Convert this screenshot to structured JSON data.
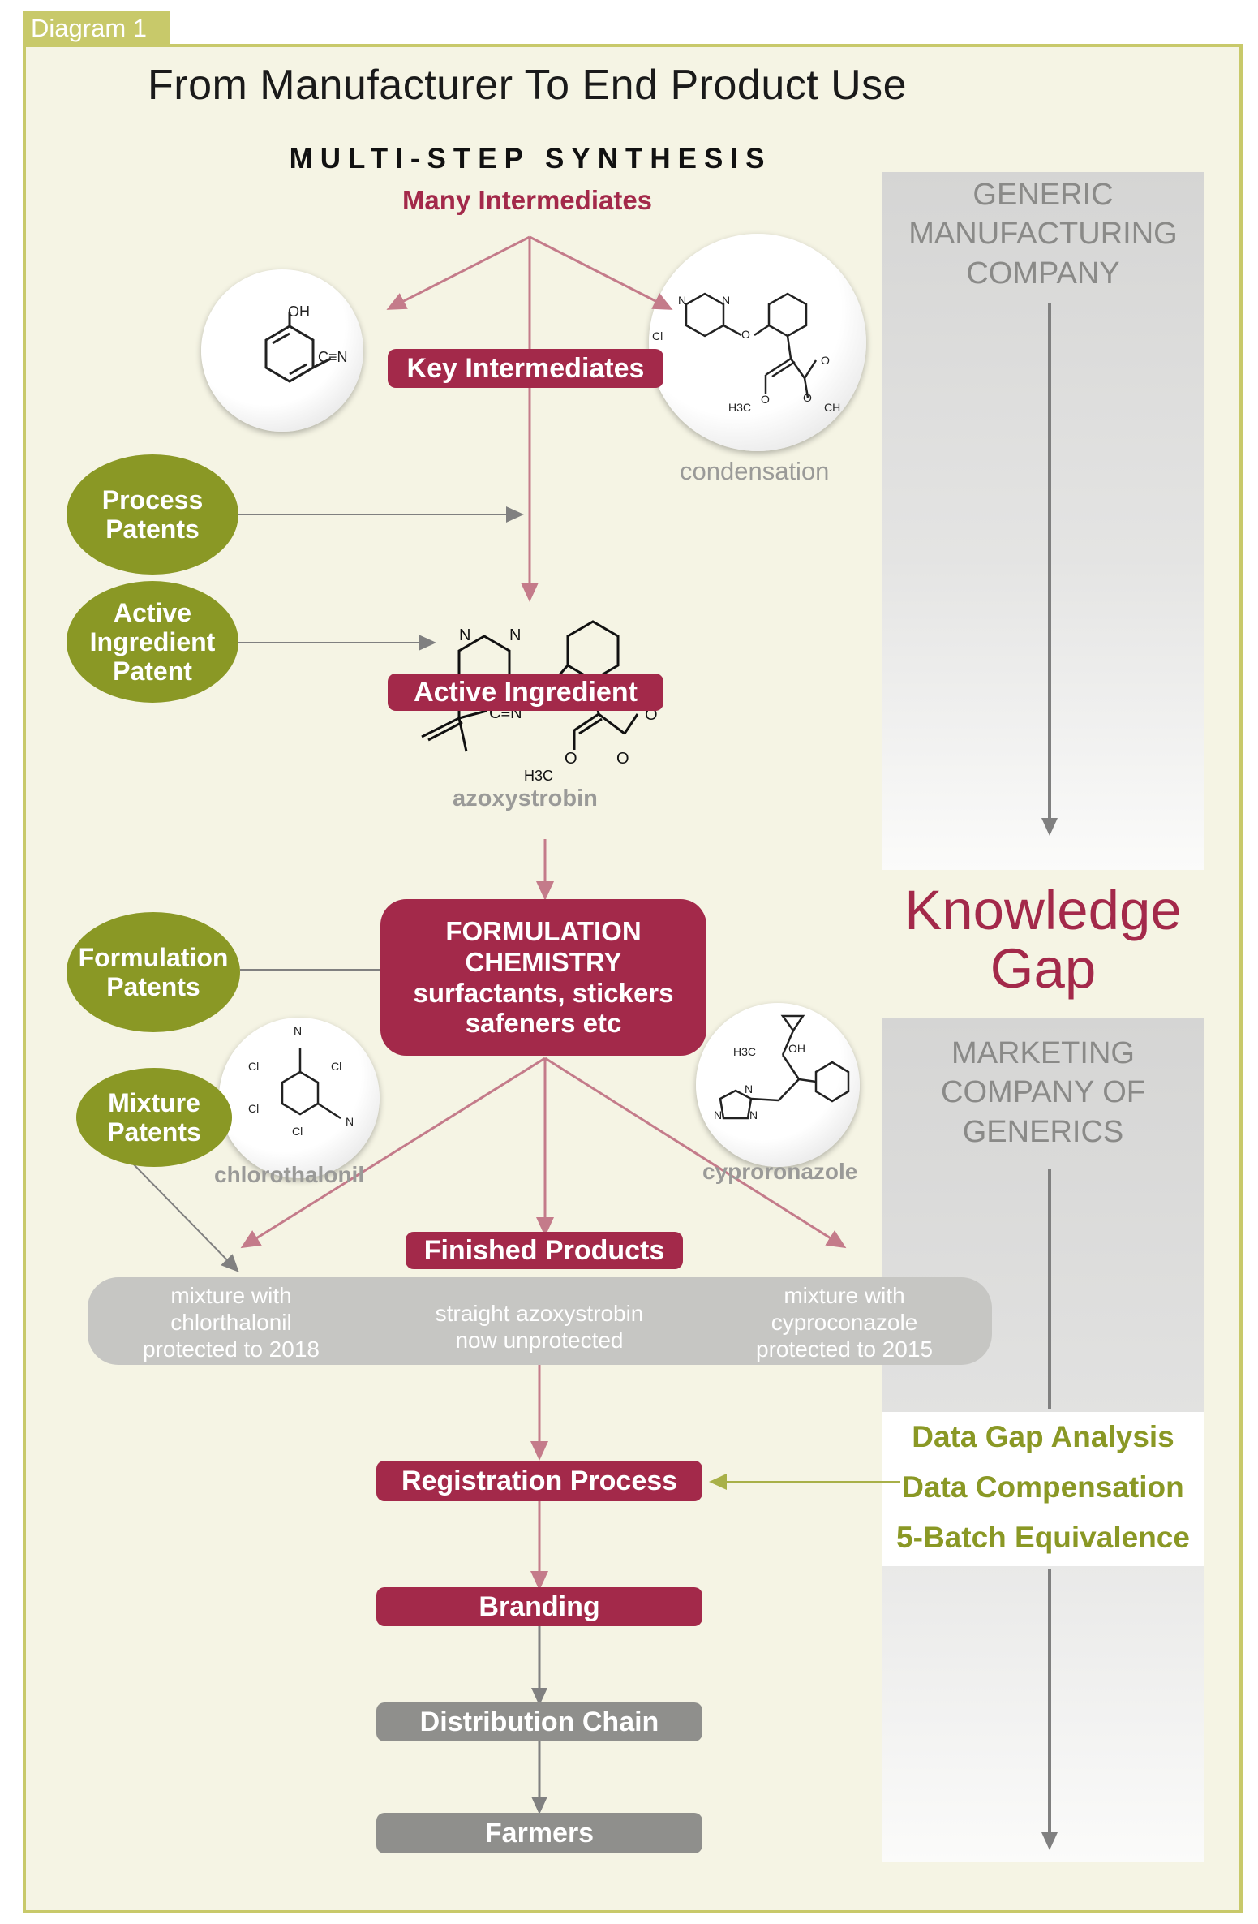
{
  "tag": "Diagram 1",
  "title": "From Manufacturer To End Product Use",
  "synthesis": {
    "heading": "MULTI-STEP SYNTHESIS",
    "subheading": "Many Intermediates"
  },
  "molecules": {
    "phenol": {
      "oh": "OH",
      "cn": "C≡N"
    },
    "intermediate2": {
      "atoms": [
        "N",
        "N",
        "Cl",
        "O",
        "O",
        "O",
        "O"
      ],
      "h3c": "H3C",
      "ch": "CH",
      "caption": "condensation"
    },
    "azoxystrobin": {
      "atoms": [
        "N",
        "N",
        "O",
        "O",
        "O",
        "O",
        "C≡N"
      ],
      "h3c": "H3C",
      "caption": "azoxystrobin"
    },
    "chlorothalonil": {
      "atoms": [
        "N",
        "Cl",
        "Cl",
        "Cl",
        "Cl",
        "N"
      ],
      "caption": "chlorothalonil"
    },
    "cyproconazole": {
      "atoms": [
        "H3C",
        "OH",
        "N",
        "N",
        "N"
      ],
      "caption": "cyproronazole"
    }
  },
  "steps": {
    "key_intermediates": "Key Intermediates",
    "active_ingredient": "Active Ingredient",
    "formulation": [
      "FORMULATION",
      "CHEMISTRY",
      "surfactants, stickers",
      "safeners etc"
    ],
    "finished_products": "Finished Products",
    "registration": "Registration Process",
    "branding": "Branding",
    "distribution": "Distribution Chain",
    "farmers": "Farmers"
  },
  "patents": {
    "process": [
      "Process",
      "Patents"
    ],
    "active": [
      "Active",
      "Ingredient",
      "Patent"
    ],
    "formulation": [
      "Formulation",
      "Patents"
    ],
    "mixture": [
      "Mixture",
      "Patents"
    ]
  },
  "products": [
    {
      "lines": [
        "mixture with",
        "chlorthalonil",
        "protected to 2018"
      ]
    },
    {
      "lines": [
        "straight azoxystrobin",
        "now unprotected"
      ]
    },
    {
      "lines": [
        "mixture with",
        "cyproconazole",
        "protected to 2015"
      ]
    }
  ],
  "sidebar": {
    "generic": [
      "GENERIC",
      "MANUFACTURING",
      "COMPANY"
    ],
    "gap": [
      "Knowledge",
      "Gap"
    ],
    "marketing": [
      "MARKETING",
      "COMPANY OF",
      "GENERICS"
    ],
    "data_items": [
      "Data Gap Analysis",
      "Data Compensation",
      "5-Batch Equivalence"
    ]
  },
  "colors": {
    "crimson": "#a3294a",
    "olive": "#8a9825",
    "frame": "#c8c96a",
    "background": "#f5f4e4",
    "arrow_pink": "#c47b8a",
    "arrow_grey": "#808080"
  }
}
